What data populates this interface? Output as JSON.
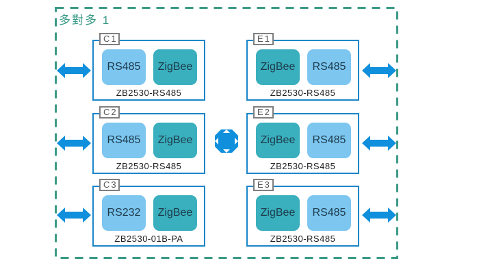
{
  "title": "多對多 1",
  "colors": {
    "frame_dash": "#3a9a86",
    "box_border": "#1b86c8",
    "tag_border": "#7f7f7f",
    "rs_module": "#7cc6f0",
    "zigbee_module": "#3aafbd",
    "arrow": "#0f8fdc"
  },
  "left_devices": [
    {
      "tag": "C1",
      "modules": [
        "RS485",
        "ZigBee"
      ],
      "model": "ZB2530-RS485"
    },
    {
      "tag": "C2",
      "modules": [
        "RS485",
        "ZigBee"
      ],
      "model": "ZB2530-RS485"
    },
    {
      "tag": "C3",
      "modules": [
        "RS232",
        "ZigBee"
      ],
      "model": "ZB2530-01B-PA"
    }
  ],
  "right_devices": [
    {
      "tag": "E1",
      "modules": [
        "ZigBee",
        "RS485"
      ],
      "model": "ZB2530-RS485"
    },
    {
      "tag": "E2",
      "modules": [
        "ZigBee",
        "RS485"
      ],
      "model": "ZB2530-RS485"
    },
    {
      "tag": "E3",
      "modules": [
        "ZigBee",
        "RS485"
      ],
      "model": "ZB2530-RS485"
    }
  ],
  "icons": {
    "side_link": "double-arrow-icon",
    "center_link": "four-way-arrow-icon"
  }
}
